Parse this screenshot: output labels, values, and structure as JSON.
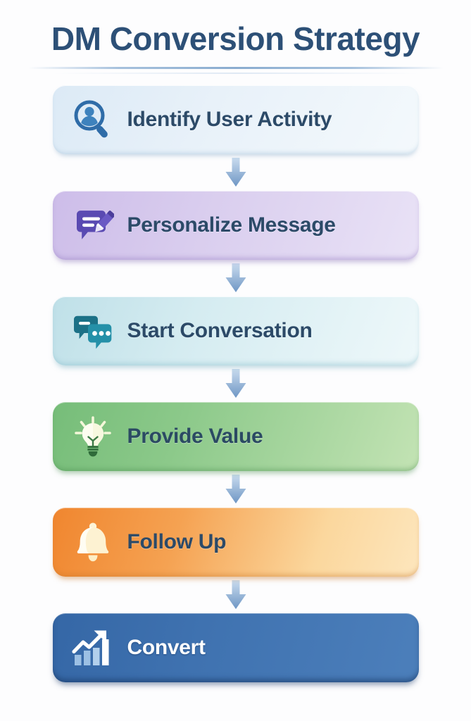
{
  "header": {
    "title": "DM Conversion Strategy"
  },
  "colors": {
    "title": "#2d5077",
    "label_dark": "#2c4a68",
    "label_light": "#ffffff",
    "arrow_top": "#c3d5ec",
    "arrow_bottom": "#6e96c4",
    "identify_bg": "#e3eef8",
    "personalize_bg": "#d6c9ec",
    "conversation_bg": "#cde8ee",
    "value_bg": "#89c88a",
    "followup_bg": "#f5a252",
    "convert_bg": "#3f72b0"
  },
  "flow": {
    "steps": [
      {
        "label": "Identify User Activity",
        "icon": "user-search-icon",
        "accent": "#3a7ab5"
      },
      {
        "label": "Personalize Message",
        "icon": "message-pencil-icon",
        "accent": "#5b4bb0"
      },
      {
        "label": "Start Conversation",
        "icon": "chat-bubbles-icon",
        "accent": "#1d7f96"
      },
      {
        "label": "Provide Value",
        "icon": "lightbulb-icon",
        "accent": "#f6f7dd"
      },
      {
        "label": "Follow Up",
        "icon": "bell-icon",
        "accent": "#fdf0cf"
      },
      {
        "label": "Convert",
        "icon": "growth-chart-icon",
        "accent": "#ffffff"
      }
    ],
    "connector_icon": "arrow-down-icon",
    "connector_count": 5
  }
}
